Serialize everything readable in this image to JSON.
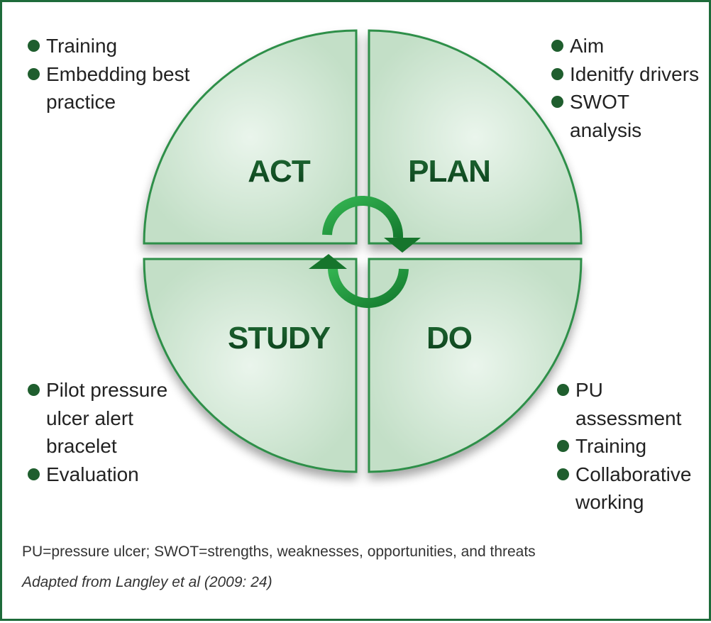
{
  "quadrants": {
    "act": {
      "label": "ACT",
      "items": [
        "Training",
        "Embedding best practice"
      ]
    },
    "plan": {
      "label": "PLAN",
      "items": [
        "Aim",
        "Idenitfy drivers",
        "SWOT analysis"
      ]
    },
    "study": {
      "label": "STUDY",
      "items": [
        "Pilot pressure ulcer alert bracelet",
        "Evaluation"
      ]
    },
    "do": {
      "label": "DO",
      "items": [
        "PU assessment",
        "Training",
        "Collaborative working"
      ]
    }
  },
  "footnote": "PU=pressure ulcer; SWOT=strengths, weaknesses, opportunities, and threats",
  "source": "Adapted from Langley et al (2009: 24)",
  "colors": {
    "border": "#1e6b3a",
    "quadrant_fill_light": "#eaf5ec",
    "quadrant_fill_mid": "#c3dfc7",
    "label_text": "#0f4d22",
    "bullet": "#1f5e2e",
    "cycle_arrow": "#1f9a3c"
  },
  "icons": {
    "cycle": "clockwise-cycle-arrows-icon"
  }
}
